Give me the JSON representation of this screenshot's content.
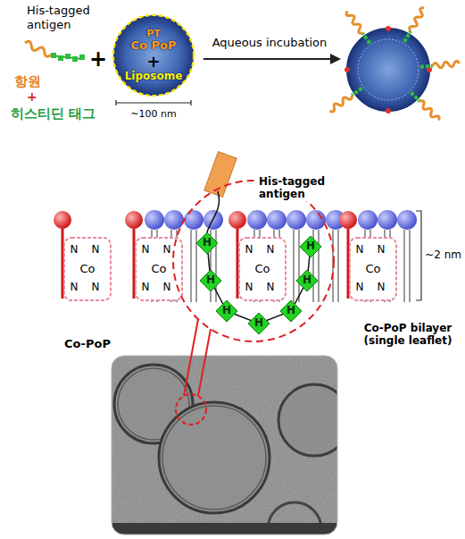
{
  "diagram": {
    "nodes": [
      {
        "text": [
          "PT",
          "Co PoP",
          "+",
          "Liposome"
        ]
      }
    ],
    "labels": [
      "His-tagged antigen",
      "항원",
      "+",
      "히스티딘 태그",
      "+",
      "~100 nm",
      "Aqueous incubation",
      "His-tagged antigen",
      "N",
      "N",
      "Co",
      "N",
      "N",
      "N",
      "N",
      "Co",
      "N",
      "N",
      "N",
      "N",
      "Co",
      "N",
      "N",
      "N",
      "N",
      "Co",
      "N",
      "N",
      "Co-PoP",
      "~2 nm",
      "Co-PoP bilayer (single leaflet)",
      "H",
      "H",
      "H",
      "H",
      "H",
      "H",
      "H"
    ]
  }
}
